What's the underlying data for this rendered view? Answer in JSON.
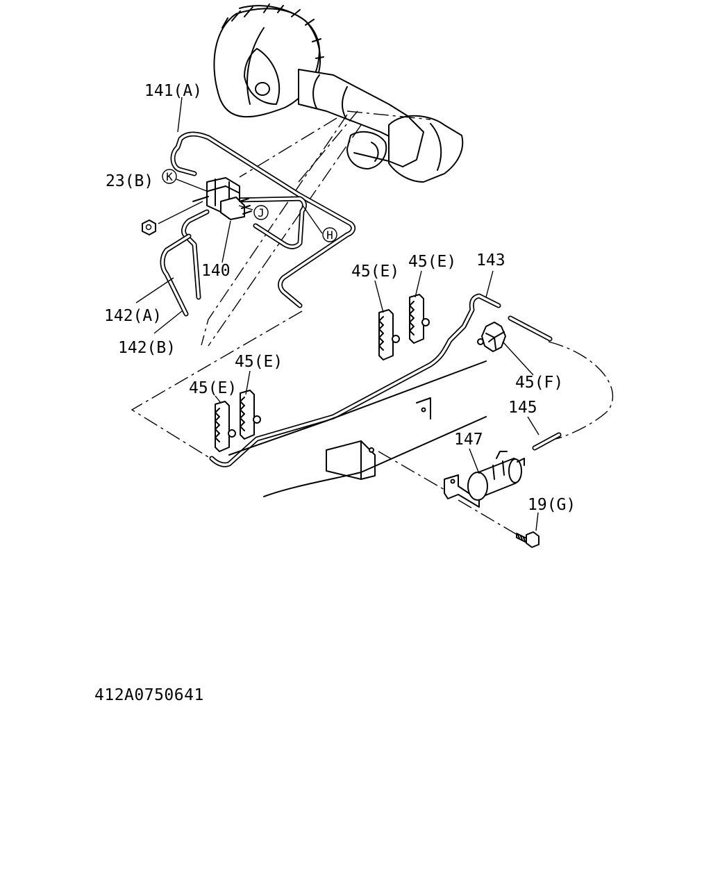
{
  "labels": {
    "l141a": "141(A)",
    "l23b": "23(B)",
    "lk": "K",
    "lj": "J",
    "lh": "H",
    "l140": "140",
    "l142a": "142(A)",
    "l142b": "142(B)",
    "l45e_1": "45(E)",
    "l45e_2": "45(E)",
    "l143": "143",
    "l45e_3": "45(E)",
    "l45e_4": "45(E)",
    "l45f": "45(F)",
    "l145": "145",
    "l147": "147",
    "l19g": "19(G)"
  },
  "figure_code": "412A0750641"
}
